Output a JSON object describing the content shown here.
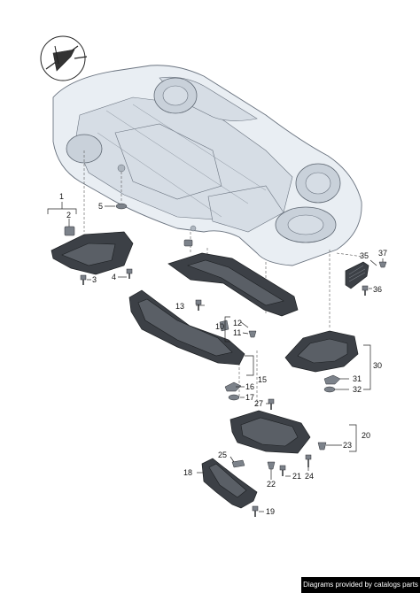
{
  "callouts": {
    "c1": "1",
    "c2": "2",
    "c3": "3",
    "c4": "4",
    "c5": "5",
    "c10": "10",
    "c11": "11",
    "c12": "12",
    "c13": "13",
    "c15": "15",
    "c16": "16",
    "c17": "17",
    "c18": "18",
    "c19": "19",
    "c20": "20",
    "c21": "21",
    "c22": "22",
    "c23": "23",
    "c24": "24",
    "c25": "25",
    "c27": "27",
    "c30": "30",
    "c31": "31",
    "c32": "32",
    "c35": "35",
    "c36": "36",
    "c37": "37"
  },
  "footer": {
    "credit": "Diagrams provided by catalogs parts"
  },
  "colors": {
    "part": "#3c4046",
    "car_outline": "#6b7480",
    "credit_bg": "#000000"
  },
  "icons": {
    "orientation": "car-orientation-icon"
  }
}
